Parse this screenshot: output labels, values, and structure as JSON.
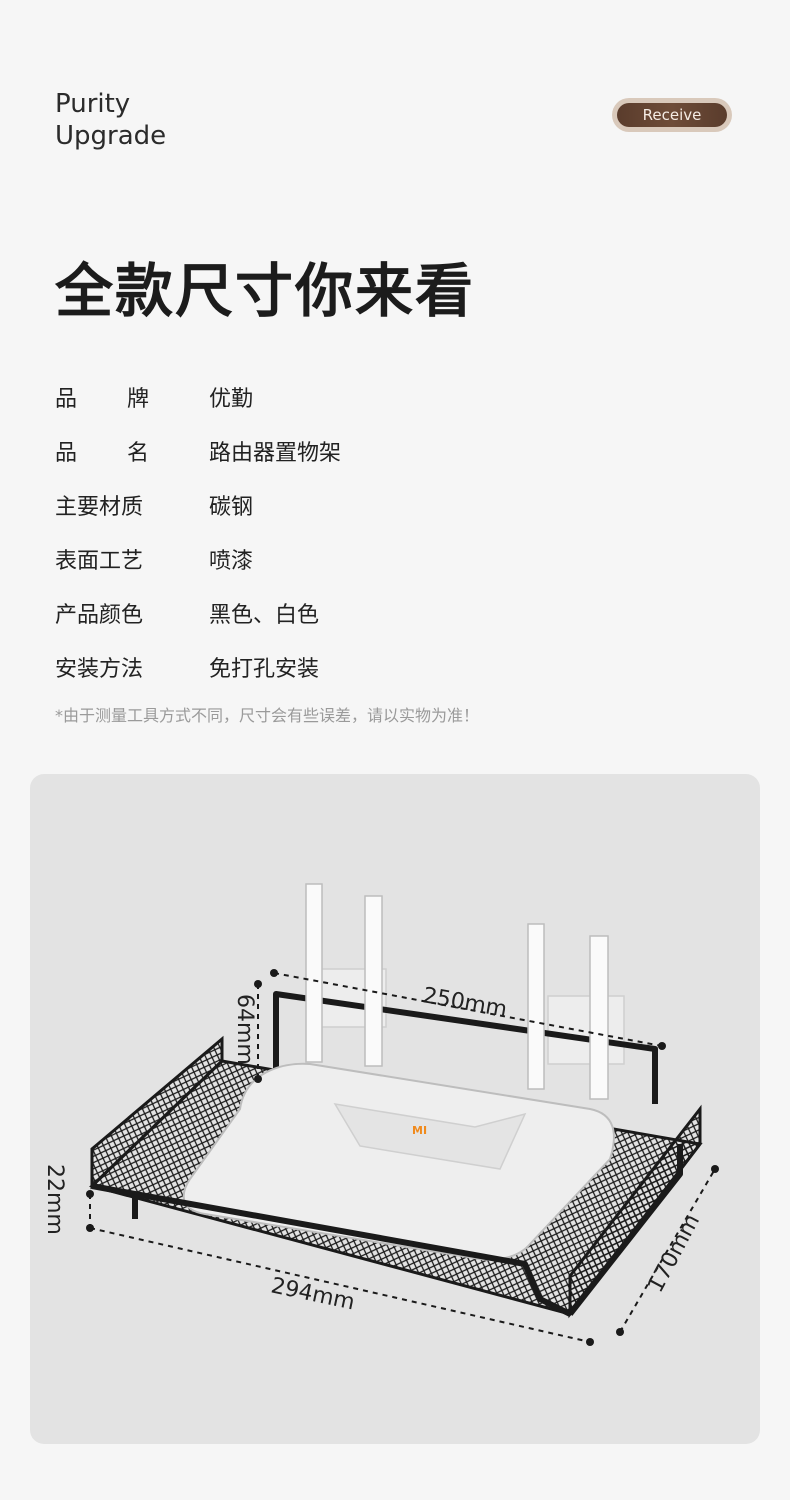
{
  "header": {
    "brand_line1": "Purity",
    "brand_line2": "Upgrade",
    "receive_label": "Receive"
  },
  "headline": "全款尺寸你来看",
  "specs": [
    {
      "label": "品　　牌",
      "label_chars": [
        "品",
        "牌"
      ],
      "value": "优勤"
    },
    {
      "label": "品　　名",
      "label_chars": [
        "品",
        "名"
      ],
      "value": "路由器置物架"
    },
    {
      "label": "主要材质",
      "value": "碳钢"
    },
    {
      "label": "表面工艺",
      "value": "喷漆"
    },
    {
      "label": "产品颜色",
      "value": "黑色、白色"
    },
    {
      "label": "安装方法",
      "value": "免打孔安装"
    }
  ],
  "note": "*由于测量工具方式不同，尺寸会有些误差，请以实物为准！",
  "dimensions": {
    "width": "250mm",
    "height": "64mm",
    "lip": "22mm",
    "length": "294mm",
    "depth": "170mm"
  },
  "router_brand": "MI",
  "colors": {
    "background": "#f6f6f6",
    "panel": "#e3e3e3",
    "button_outer": "#d9c9bb",
    "button_inner": "#5a3c2c",
    "rack": "#1a1a1a",
    "router": "#ececec",
    "router_logo": "#f08a1c"
  }
}
